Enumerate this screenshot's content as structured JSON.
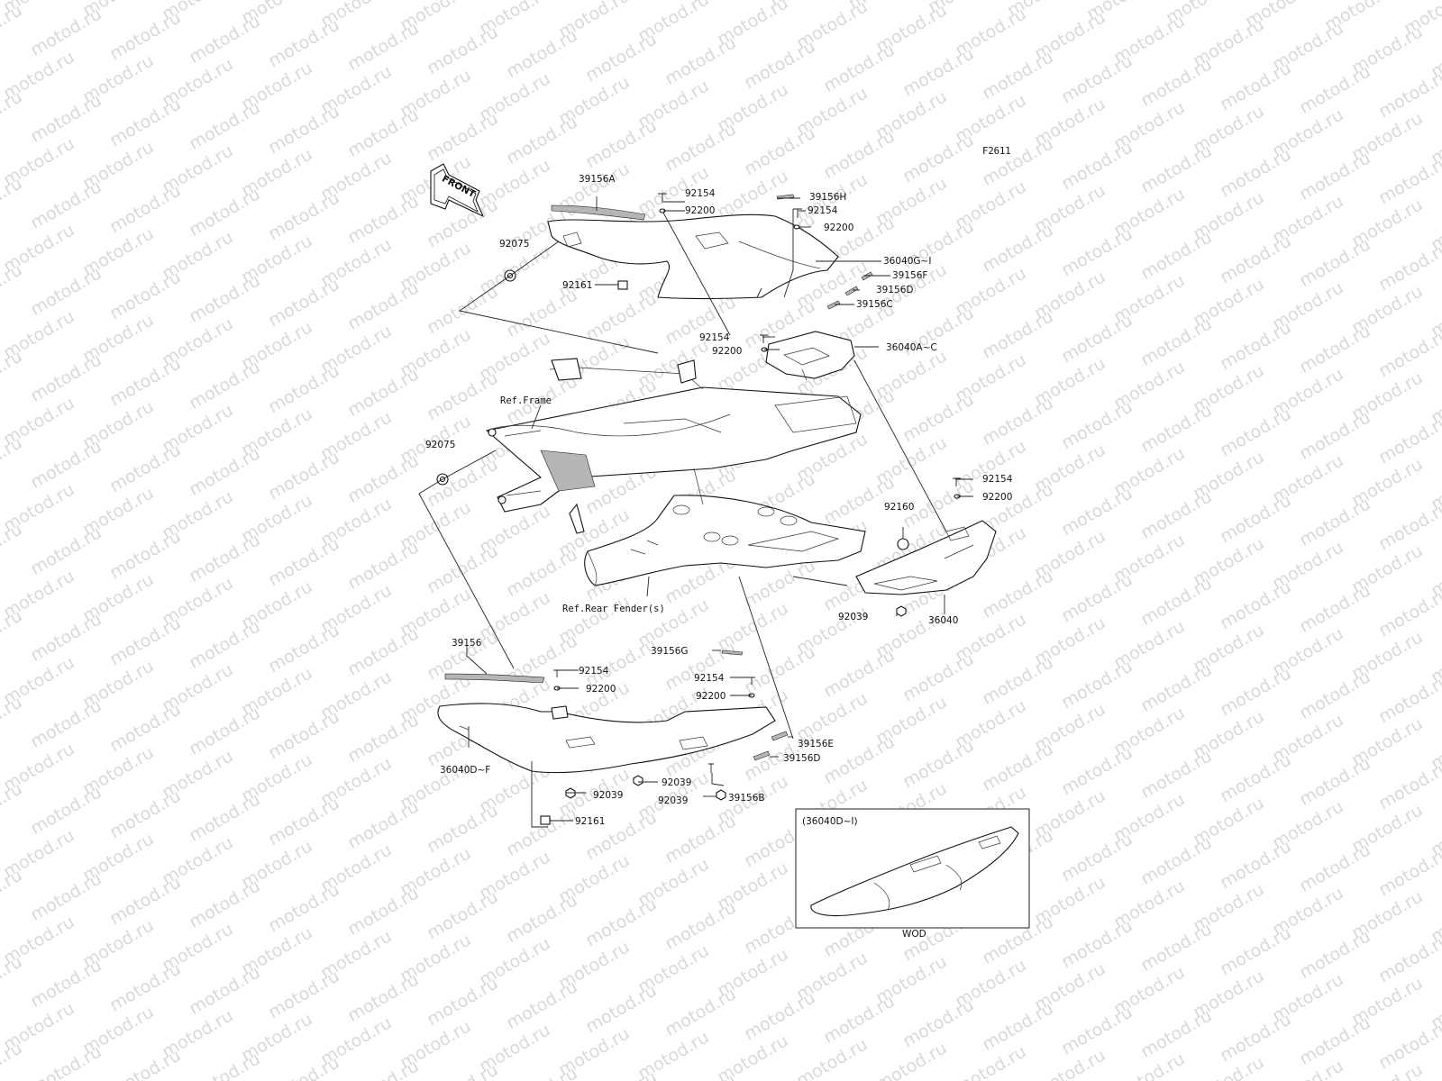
{
  "figure_code": "F2611",
  "front_arrow": "FRONT",
  "watermark": "motod.ru",
  "inset": {
    "title": "(36040D~I)",
    "caption": "WOD"
  },
  "labels": {
    "p39156A": "39156A",
    "p92154_a": "92154",
    "p92200_a": "92200",
    "p39156H": "39156H",
    "p92154_b": "92154",
    "p92200_b": "92200",
    "p36040G": "36040G~I",
    "p39156F": "39156F",
    "p39156D_a": "39156D",
    "p39156C": "39156C",
    "p92075_a": "92075",
    "p92161_a": "92161",
    "p92154_c": "92154",
    "p92200_c": "92200",
    "p36040A": "36040A~C",
    "ref_frame": "Ref.Frame",
    "p92075_b": "92075",
    "p92154_d": "92154",
    "p92200_d": "92200",
    "p92160": "92160",
    "ref_fender": "Ref.Rear Fender(s)",
    "p92039_a": "92039",
    "p36040": "36040",
    "p39156": "39156",
    "p92154_e": "92154",
    "p92200_e": "92200",
    "p39156G": "39156G",
    "p92154_f": "92154",
    "p92200_f": "92200",
    "p39156E": "39156E",
    "p39156D_b": "39156D",
    "p36040D": "36040D~F",
    "p92039_b": "92039",
    "p92039_c": "92039",
    "p92039_d": "92039",
    "p39156B": "39156B",
    "p92161_b": "92161"
  }
}
